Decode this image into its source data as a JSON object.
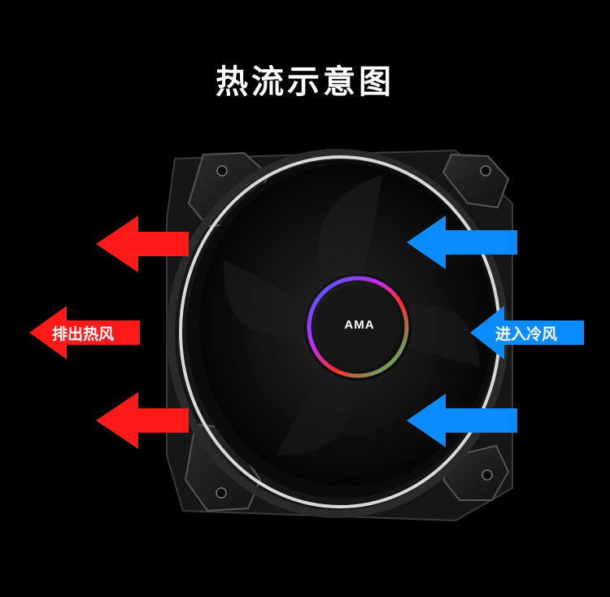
{
  "title": "热流示意图",
  "labels": {
    "exhaust_hot_air": "排出热风",
    "intake_cold_air": "进入冷风"
  },
  "product": {
    "logo_text": "AMA"
  },
  "colors": {
    "background": "#000000",
    "hot_arrow": "#ff1a1a",
    "cold_arrow": "#0a8cff",
    "title_text": "#ffffff"
  },
  "icons": [
    "fan-image",
    "left-arrow-icon",
    "right-to-left-arrow-icon"
  ]
}
